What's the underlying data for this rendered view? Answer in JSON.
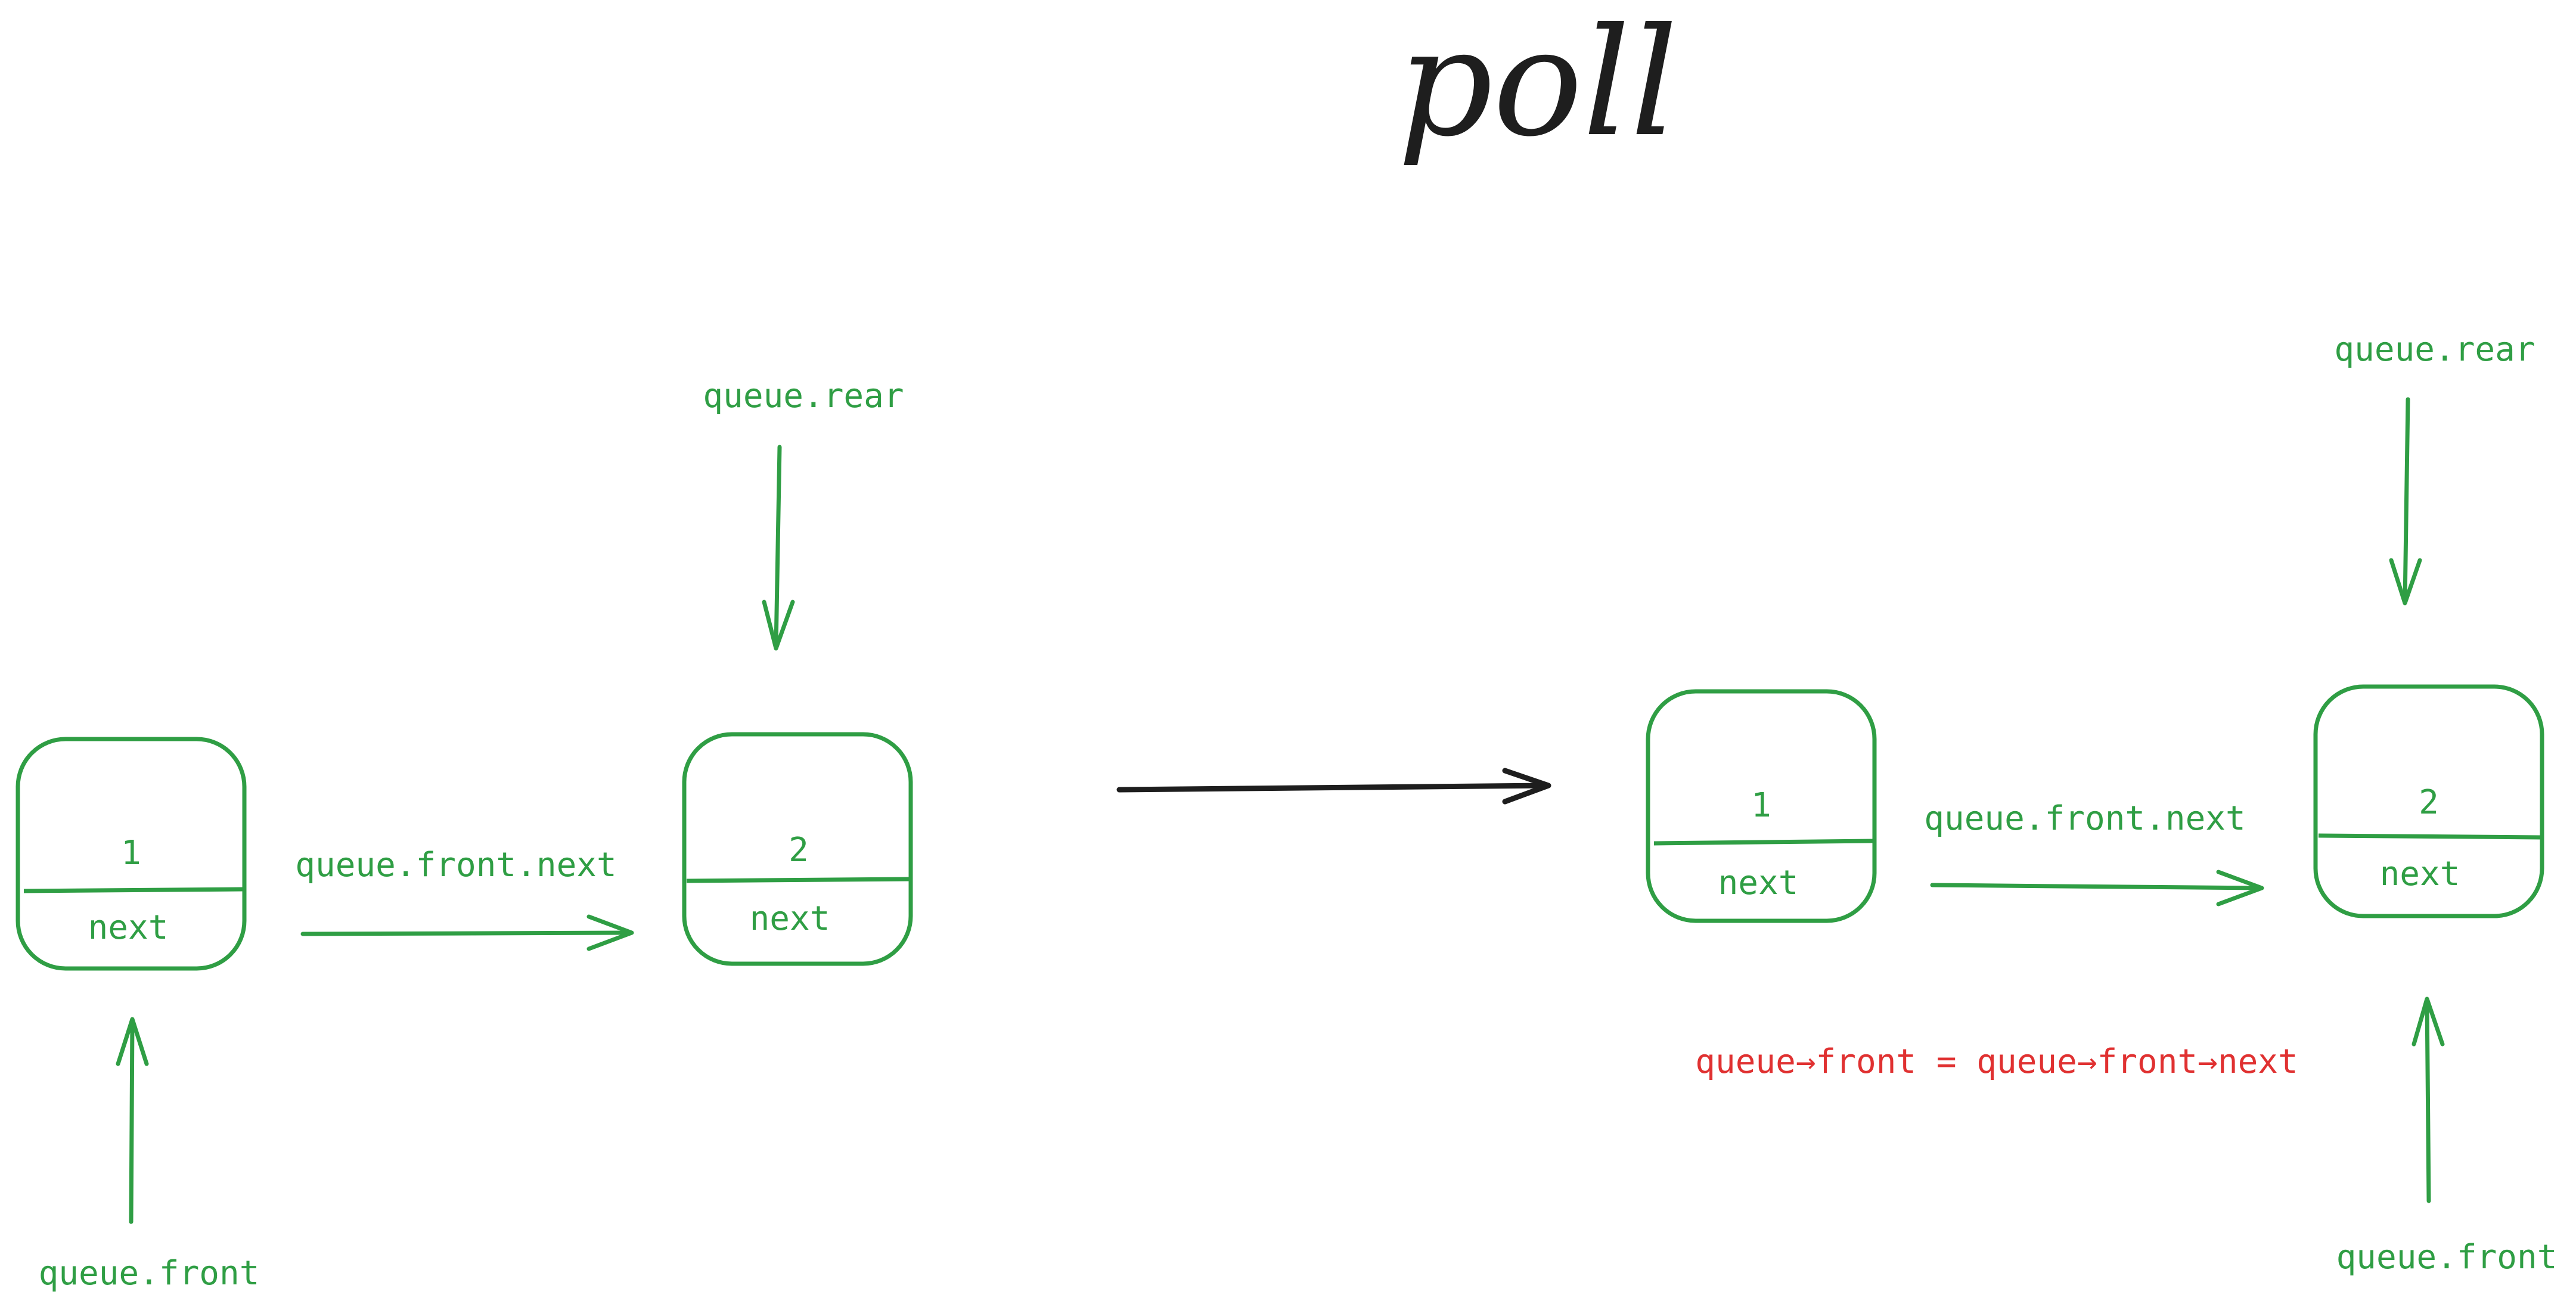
{
  "title": "poll",
  "before": {
    "node1": {
      "value": "1",
      "next": "next"
    },
    "node2": {
      "value": "2",
      "next": "next"
    },
    "link_label": "queue.front.next",
    "rear_label": "queue.rear",
    "front_label": "queue.front"
  },
  "after": {
    "node1": {
      "value": "1",
      "next": "next"
    },
    "node2": {
      "value": "2",
      "next": "next"
    },
    "link_label": "queue.front.next",
    "rear_label": "queue.rear",
    "front_label": "queue.front",
    "operation": "queue→front = queue→front→next"
  },
  "colors": {
    "node": "#2f9e44",
    "operation": "#e03131",
    "transition_arrow": "#1e1e1e"
  }
}
